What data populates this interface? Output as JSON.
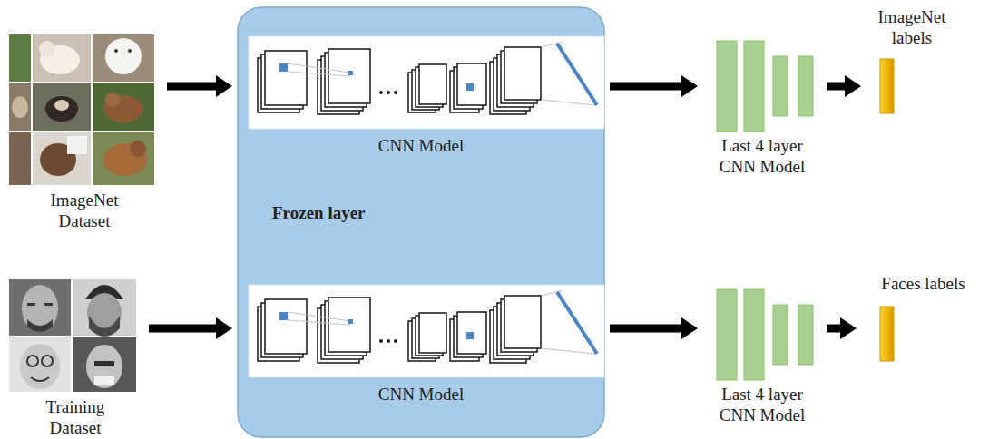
{
  "diagram": {
    "nodes": [
      {
        "text": [
          "ImageNet Dataset"
        ]
      },
      {
        "text": [
          "Frozen layer"
        ]
      },
      {
        "text": [
          "CNN Model"
        ],
        "in": 1
      },
      {
        "text": [
          "CNN Model"
        ],
        "in": 1
      },
      {
        "text": [
          "Last 4 layer CNN Model"
        ]
      },
      {
        "text": [
          "ImageNet labels"
        ]
      },
      {
        "text": [
          "Training Dataset"
        ]
      },
      {
        "text": [
          "Last 4 layer CNN Model"
        ]
      },
      {
        "text": [
          "Faces labels"
        ]
      }
    ],
    "edges": [
      {
        "from": 0,
        "to": 2,
        "arrow": "to"
      },
      {
        "from": 2,
        "to": 4,
        "arrow": "to"
      },
      {
        "from": 4,
        "to": 5,
        "arrow": "to"
      },
      {
        "from": 6,
        "to": 3,
        "arrow": "to"
      },
      {
        "from": 3,
        "to": 7,
        "arrow": "to"
      },
      {
        "from": 7,
        "to": 8,
        "arrow": "to"
      }
    ]
  }
}
